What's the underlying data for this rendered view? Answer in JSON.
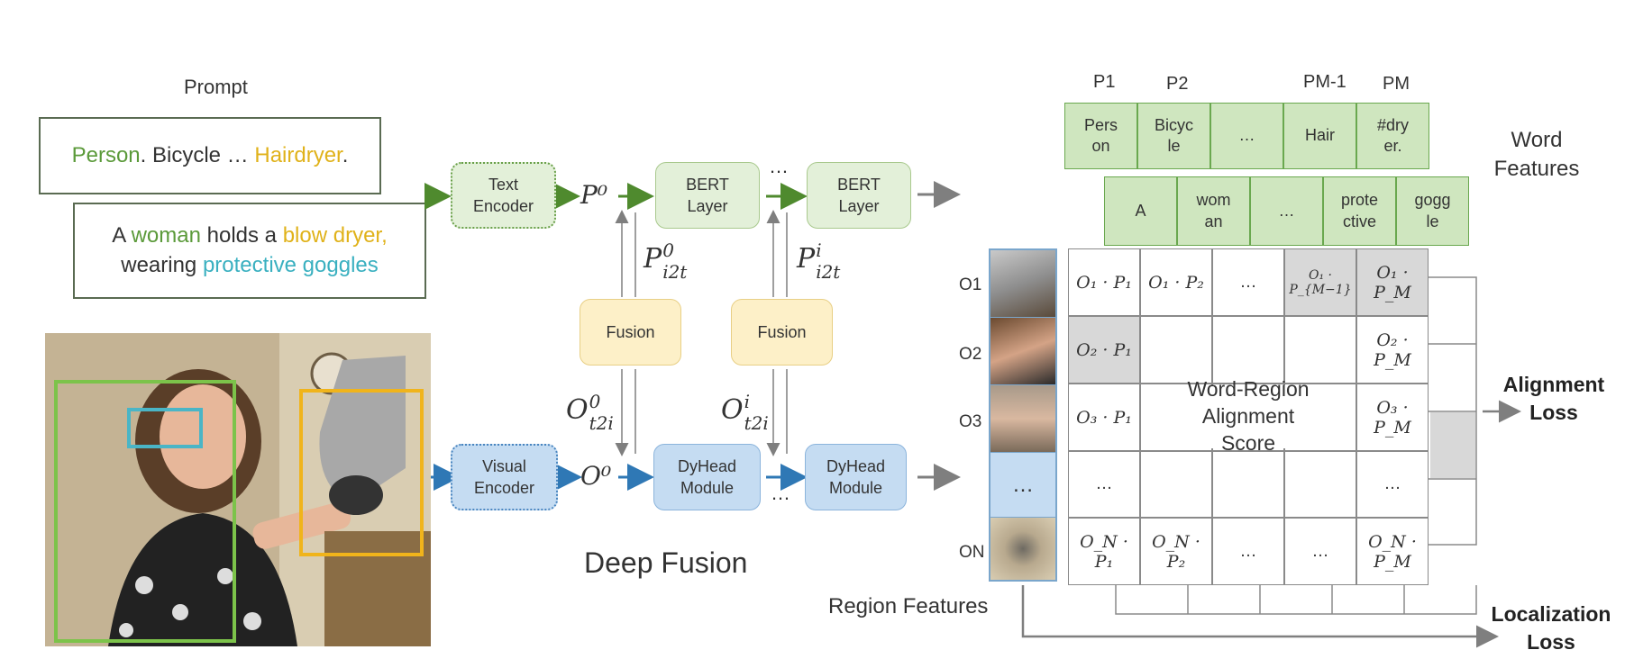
{
  "prompt": {
    "heading": "Prompt",
    "line1": {
      "a": "Person",
      "b": ". Bicycle … ",
      "c": "Hairdryer",
      "d": "."
    },
    "line2": {
      "a": "A ",
      "b": "woman",
      "c": " holds a ",
      "d": "blow dryer,",
      "e": "wearing ",
      "f": "protective goggles"
    }
  },
  "modules": {
    "text_encoder": "Text Encoder",
    "visual_encoder": "Visual Encoder",
    "bert1": "BERT Layer",
    "bert2": "BERT Layer",
    "fusion1": "Fusion",
    "fusion2": "Fusion",
    "dyhead1": "DyHead Module",
    "dyhead2": "DyHead Module",
    "dots_top": "…",
    "dots_bottom": "…"
  },
  "math": {
    "p0": "P⁰",
    "o0": "O⁰",
    "p_i2t_0": {
      "base": "P",
      "sup": "0",
      "sub": "i2t"
    },
    "p_i2t_i": {
      "base": "P",
      "sup": "i",
      "sub": "i2t"
    },
    "o_t2i_0": {
      "base": "O",
      "sup": "0",
      "sub": "t2i"
    },
    "o_t2i_i": {
      "base": "O",
      "sup": "i",
      "sub": "t2i"
    }
  },
  "deep_fusion": "Deep Fusion",
  "word_features": {
    "title": "Word Features",
    "p_labels": [
      "P1",
      "P2",
      "PM-1",
      "PM"
    ],
    "row1": [
      "Pers on",
      "Bicyc le",
      "…",
      "Hair",
      "#dry er."
    ],
    "row2": [
      "A",
      "wom an",
      "…",
      "prote ctive",
      "gogg le"
    ]
  },
  "region": {
    "title": "Region Features",
    "o_labels": [
      "O1",
      "O2",
      "O3",
      "ON"
    ],
    "dots": "…"
  },
  "matrix": {
    "row1": [
      "O₁ · P₁",
      "O₁ · P₂",
      "…",
      "O₁ · P_{M−1}",
      "O₁ · P_M"
    ],
    "row2_first": "O₂ · P₁",
    "row2_last": "O₂ · P_M",
    "row3_first": "O₃ · P₁",
    "row3_last": "O₃ · P_M",
    "row4_first": "…",
    "row4_last": "…",
    "row5": [
      "O_N · P₁",
      "O_N · P₂",
      "…",
      "…",
      "O_N · P_M"
    ],
    "center_label": "Word-Region Alignment Score"
  },
  "losses": {
    "alignment": "Alignment Loss",
    "localization": "Localization Loss"
  },
  "colors": {
    "green_arrow": "#4f8a2e",
    "blue_arrow": "#2f78b5",
    "gray_arrow": "#7f7f7f"
  }
}
